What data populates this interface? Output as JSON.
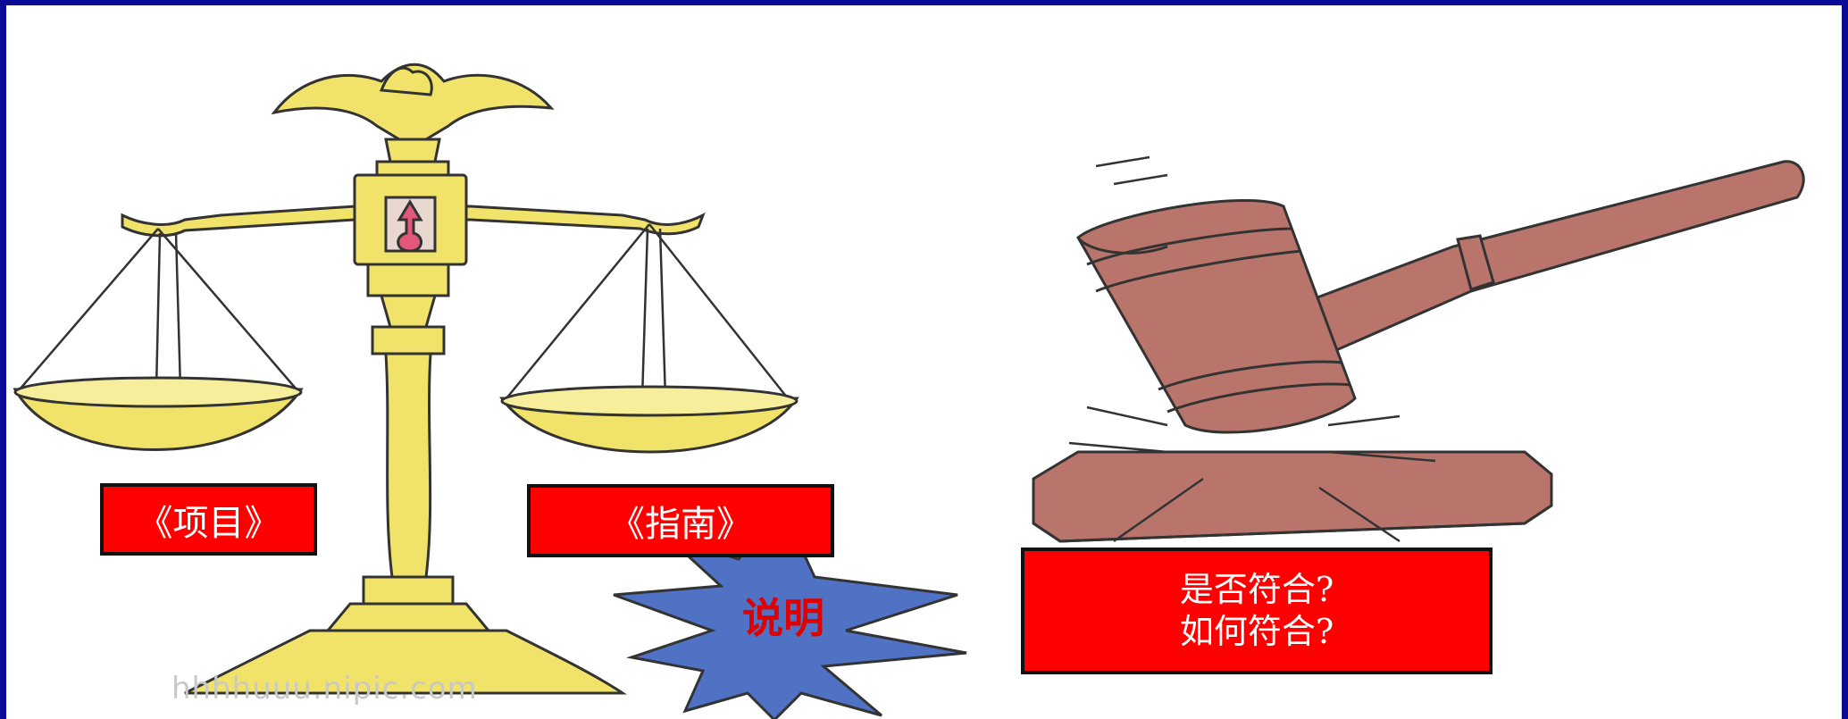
{
  "labels": {
    "project": "《项目》",
    "guide": "《指南》",
    "question_line1": "是否符合?",
    "question_line2": "如何符合?",
    "star": "说明"
  },
  "watermark": "hhhhuuu.nipic.com",
  "icons": {
    "scale": "balance-scale-icon",
    "gavel": "gavel-icon",
    "starburst": "starburst-icon"
  },
  "colors": {
    "frame": "#0a0a96",
    "label_bg": "#ff0000",
    "label_text": "#ffffff",
    "scale_gold": "#f1e36a",
    "gavel_brown": "#b9756c",
    "star_fill": "#4f72c4",
    "star_text": "#e00000"
  }
}
